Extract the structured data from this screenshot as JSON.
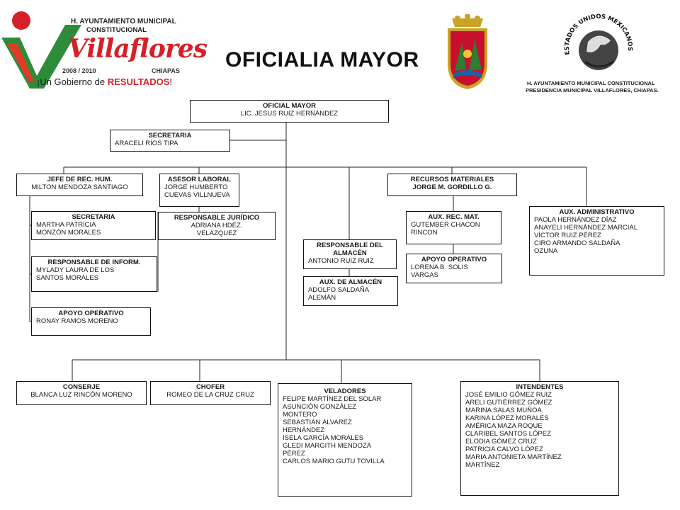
{
  "logo_left": {
    "line1": "H. AYUNTAMIENTO MUNICIPAL",
    "line2": "CONSTITUCIONAL",
    "brand": "Villaflores",
    "years": "2008 / 2010",
    "state": "CHIAPAS",
    "slogan_pre": "¡Un Gobierno de ",
    "slogan_hl": "RESULTADOS",
    "slogan_post": "!"
  },
  "page_title": "OFICIALIA MAYOR",
  "seal_right": {
    "ring_text": "ESTADOS UNIDOS MEXICANOS",
    "caption1": "H. AYUNTAMIENTO MUNICIPAL CONSTITUCIONAL",
    "caption2": "PRESIDENCIA MUNICIPAL VILLAFLORES, CHIAPAS."
  },
  "org": {
    "oficial_mayor": {
      "title": "OFICIAL MAYOR",
      "name": "LIC. JESUS RUIZ HERNÁNDEZ"
    },
    "secretaria_top": {
      "title": "SECRETARIA",
      "name": "ARACELI RÍOS TIPA"
    },
    "jefe_rh": {
      "title": "JEFE DE REC. HUM.",
      "name": "MILTON MENDOZA SANTIAGO"
    },
    "secretaria_rh": {
      "title": "SECRETARIA",
      "name": "MARTHA PATRICIA\nMONZÓN MORALES"
    },
    "resp_inform": {
      "title": "RESPONSABLE DE INFORM.",
      "name": "MYLADY LAURA DE LOS\nSANTOS MORALES"
    },
    "apoyo_rh": {
      "title": "APOYO OPERATIVO",
      "name": "RONAY RAMOS MORENO"
    },
    "asesor": {
      "title": "ASESOR LABORAL",
      "name": "JORGE HUMBERTO\nCUEVAS VILLNUEVA"
    },
    "juridico": {
      "title": "RESPONSABLE JURÍDICO",
      "name": "ADRIANA HDEZ.\nVELÁZQUEZ"
    },
    "almacen": {
      "title": "RESPONSABLE DEL\nALMACÉN",
      "name": "ANTONIO RUIZ RUIZ"
    },
    "aux_almacen": {
      "title": "AUX. DE ALMACÉN",
      "name": "ADOLFO SALDAÑA\nALEMÁN"
    },
    "rec_mat": {
      "title": "RECURSOS MATERIALES",
      "name": "JORGE M. GORDILLO G."
    },
    "aux_rec_mat": {
      "title": "AUX. REC. MAT.",
      "name": "GUTEMBER CHACON\nRINCON"
    },
    "apoyo_mat": {
      "title": "APOYO OPERATIVO",
      "name": "LORENA B. SOLIS\nVARGAS"
    },
    "aux_admin": {
      "title": "AUX. ADMINISTRATIVO",
      "name": "PAOLA HERNÁNDEZ DÍAZ\nANAYELI HERNÁNDEZ MARCIAL\nVÍCTOR RUIZ PÉREZ\nCIRO ARMANDO SALDAÑA\nOZUNA"
    },
    "conserje": {
      "title": "CONSERJE",
      "name": "BLANCA LUZ RINCÓN MORENO"
    },
    "chofer": {
      "title": "CHOFER",
      "name": "ROMEO DE LA CRUZ CRUZ"
    },
    "veladores": {
      "title": "VELADORES",
      "name": "FELIPE MARTÍNEZ DEL SOLAR\nASUNCIÓN GONZÁLEZ\nMONTERO\nSEBASTIÁN ÁLVAREZ\nHERNÁNDEZ\nISELA GARCÍA MORALES\nGLEDI MARGITH MENDOZA\nPÉREZ\nCARLOS MARIO GUTU TOVILLA"
    },
    "intendentes": {
      "title": "INTENDENTES",
      "name": "JOSÉ EMILIO GÓMEZ RUIZ\nARELI GUTIÉRREZ GÓMEZ\nMARINA SALAS MUÑOA\nKARINA LÓPEZ MORALES\nAMÉRICA MAZA ROQUE\nCLARIBEL SANTOS LÓPEZ\nELODIA GÓMEZ CRUZ\nPATRICIA CALVO LÓPEZ\nMARIA ANTONIETA MARTÍNEZ\nMARTÍNEZ"
    }
  }
}
